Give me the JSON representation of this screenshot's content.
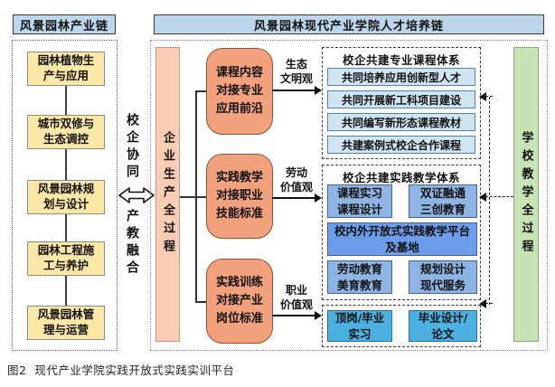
{
  "caption": "图2  现代产业学院实践开放式实践实训平台",
  "industry_chain": {
    "title": "风景园林产业链",
    "items": [
      "园林植物生\n产与应用",
      "城市双修与\n生态调控",
      "风景园林规\n划与设计",
      "园林工程施\n工与养护",
      "风景园林管\n理与运营"
    ]
  },
  "link": {
    "top_label": "校企协同",
    "bottom_label": "产教融合"
  },
  "training_chain": {
    "title": "风景园林现代产业学院人才培养链",
    "enterprise_bar": "企业生产全过程",
    "school_bar": "学校教学全过程",
    "process_boxes": [
      "课程内容\n对接专业\n应用前沿",
      "实践教学\n对接职业\n技能标准",
      "实践训练\n对接产业\n岗位标准"
    ],
    "value_labels": [
      "生态\n文明观",
      "劳动\n价值观",
      "职业\n价值观"
    ],
    "course_system": {
      "title": "校企共建专业课程体系",
      "items": [
        "共同培养应用创新型人才",
        "共同开展新工科项目建设",
        "共同编写新形态课程教材",
        "共建案例式校企合作课程"
      ]
    },
    "practice_system": {
      "title": "校企共建实践教学体系",
      "items": [
        "课程实习\n课程设计",
        "双证融通\n三创教育",
        "校内外开放式实践教学平台\n及基地",
        "劳动教育\n美育教育",
        "规划设计\n现代服务"
      ]
    },
    "internship_group": {
      "items": [
        "顶岗/毕业\n实习",
        "毕业设计/\n论文"
      ]
    }
  },
  "colors": {
    "header_fill": "#bcd6eb",
    "industry_box_fill": "#fce8a6",
    "enterprise_bar_fill": "#f8cdb4",
    "process_box_fill": "#f1a27d",
    "course_item_fill": "#d0e4f2",
    "practice_item_fill": "#8db4e3",
    "practice_platform_fill": "#6d9dea",
    "internship_item_fill": "#4cb1e0",
    "school_bar_fill": "#c8e3b4"
  }
}
